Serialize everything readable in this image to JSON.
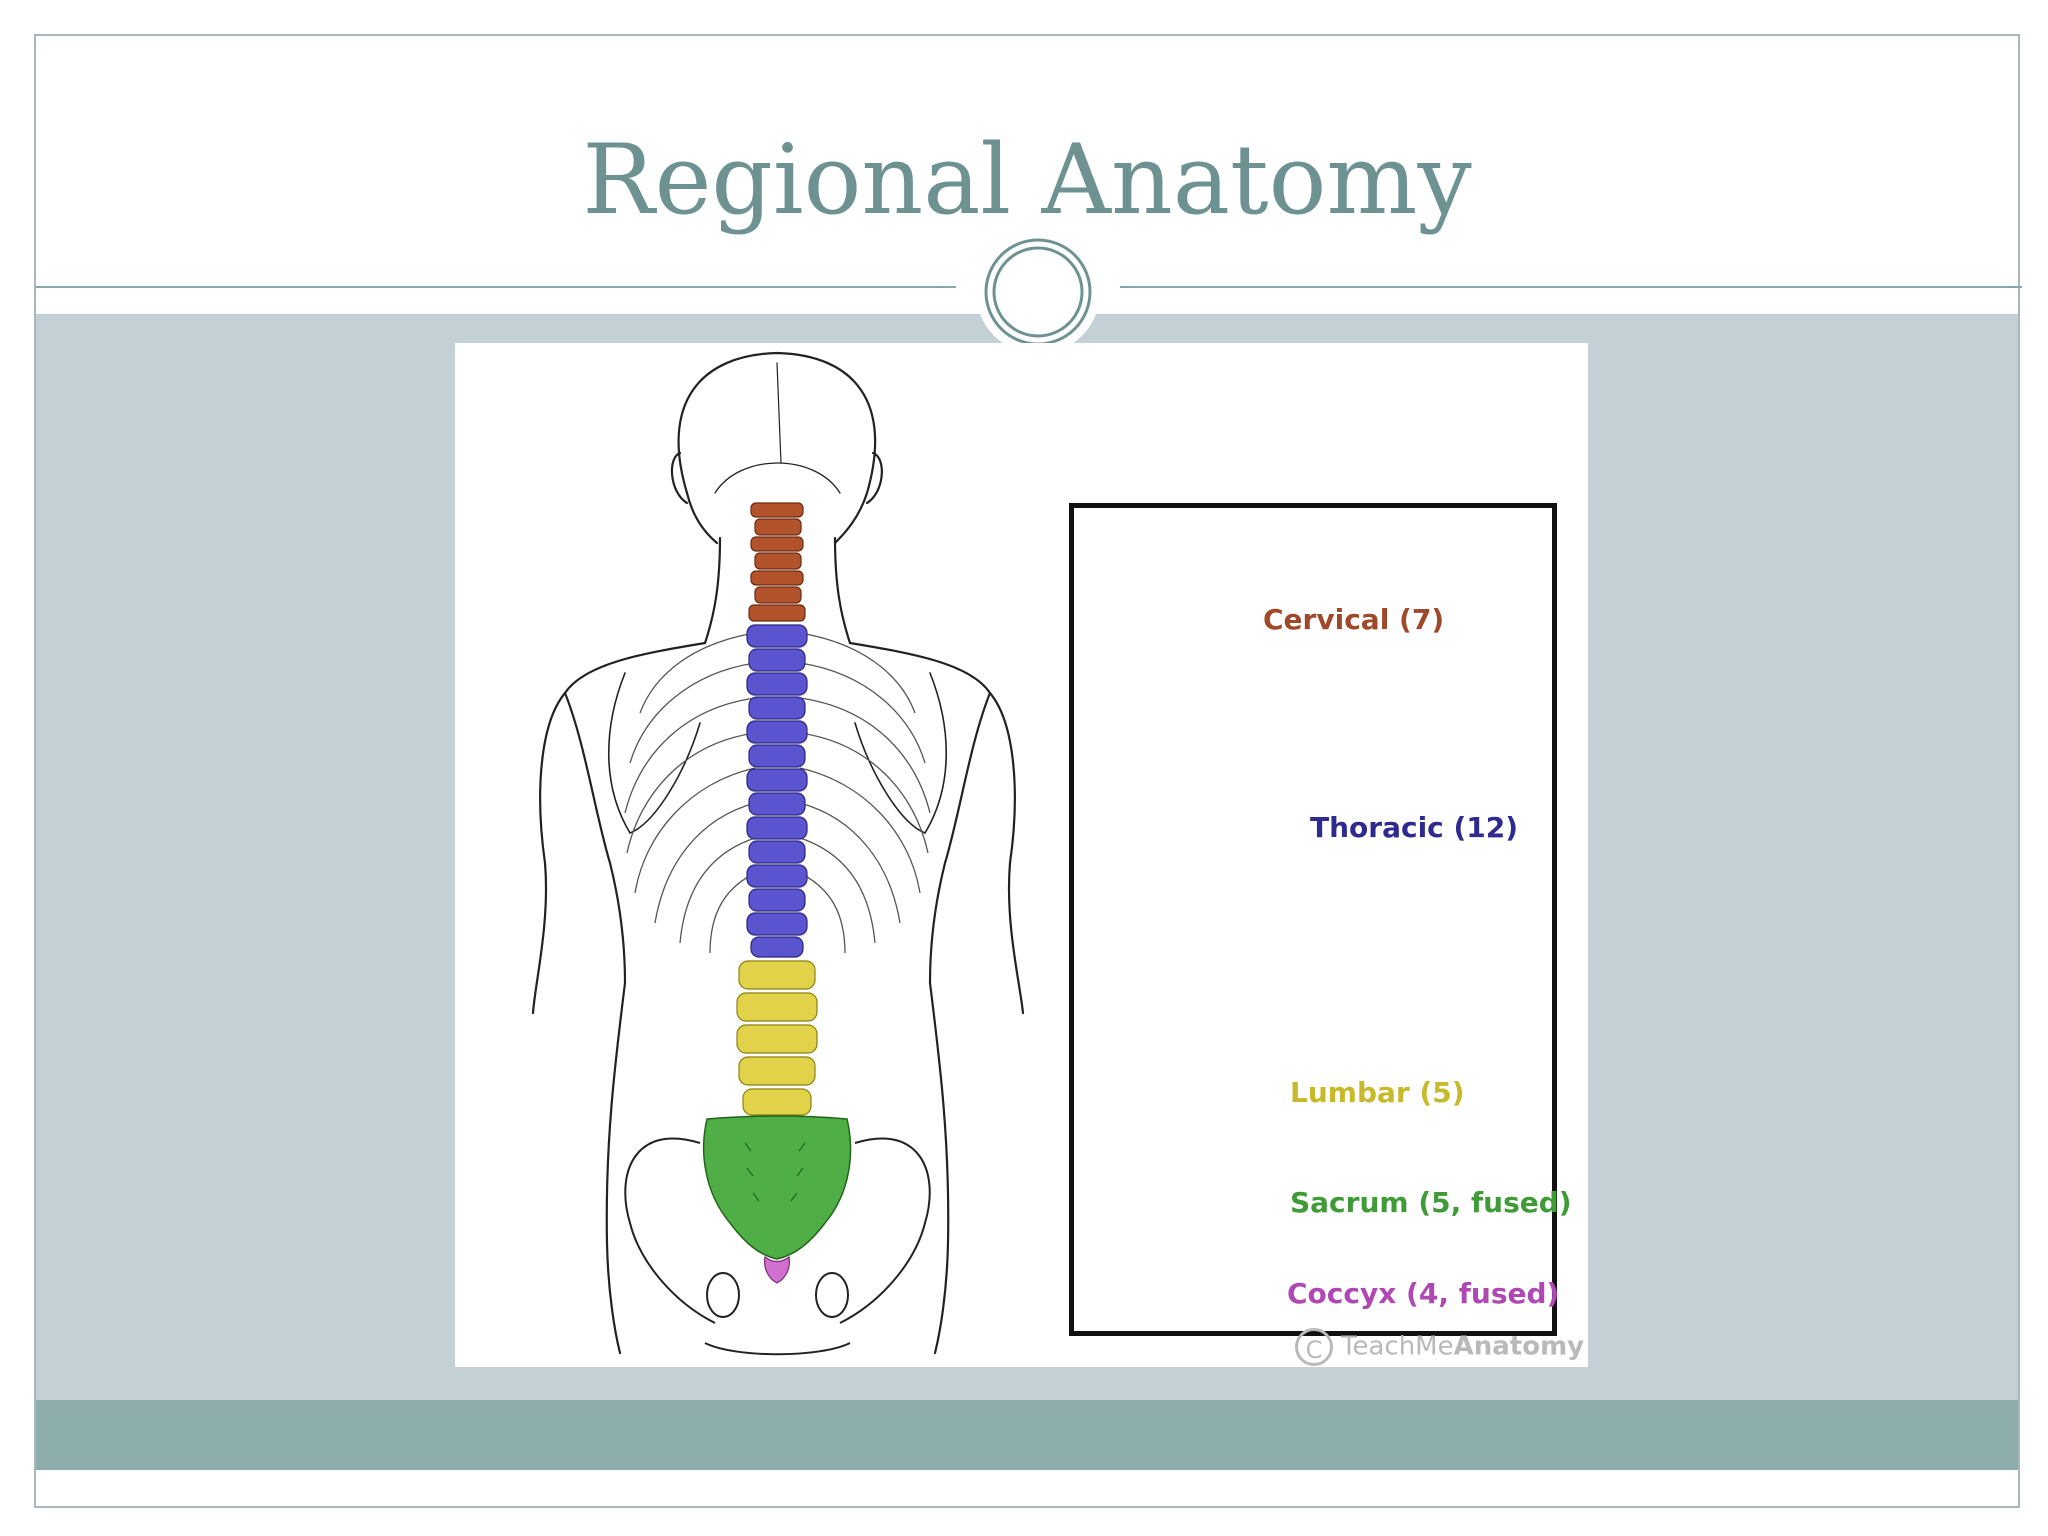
{
  "slide": {
    "title": "Regional Anatomy"
  },
  "colors": {
    "title": "#6e9292",
    "content_bg": "#c3d0d6",
    "footer_bar": "#8eaeae",
    "cervical": "#b3532c",
    "thoracic": "#4b43c9",
    "lumbar": "#d7c634",
    "sacrum": "#48ac3c",
    "coccyx": "#b34bb9"
  },
  "legend": {
    "items": [
      {
        "label": "Cervical (7)",
        "color": "#a0482a"
      },
      {
        "label": "Thoracic (12)",
        "color": "#2e2a8f"
      },
      {
        "label": "Lumbar (5)",
        "color": "#c7b92a"
      },
      {
        "label": "Sacrum (5, fused)",
        "color": "#3f9a37"
      },
      {
        "label": "Coccyx (4, fused)",
        "color": "#b048b3"
      }
    ]
  },
  "watermark": {
    "symbol": "C",
    "text_light": "TeachMe",
    "text_bold": "Anatomy"
  }
}
